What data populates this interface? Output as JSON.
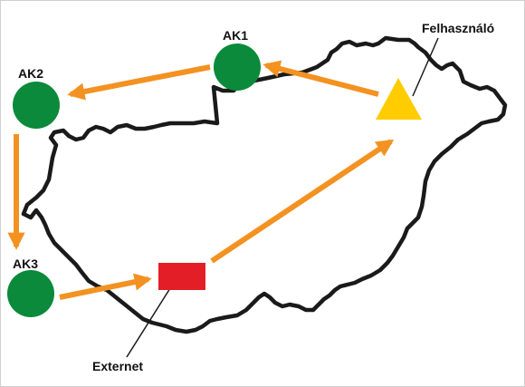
{
  "labels": {
    "ak1": "AK1",
    "ak2": "AK2",
    "ak3": "AK3",
    "user": "Felhasználó",
    "externet": "Externet"
  },
  "colors": {
    "node_green": "#0a8a3a",
    "externet_red": "#e41e26",
    "user_yellow": "#ffcc00",
    "arrow_orange": "#f39221",
    "outline": "#1a1a1a"
  },
  "icons": {
    "node": "green-circle",
    "externet": "red-rectangle",
    "user": "yellow-triangle"
  },
  "flow": [
    "Felhasználó",
    "AK1",
    "AK2",
    "AK3",
    "Externet",
    "Felhasználó"
  ]
}
